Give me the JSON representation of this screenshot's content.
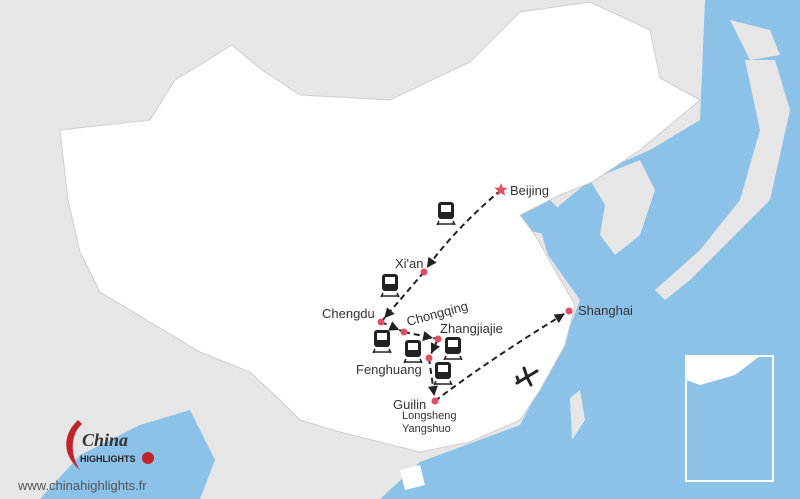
{
  "colors": {
    "sea": "#8cc2e8",
    "land": "#e6e6e6",
    "china": "#ffffff",
    "city": "#e05060",
    "route": "#222222"
  },
  "cities": [
    {
      "name": "Beijing",
      "marker": "star"
    },
    {
      "name": "Xi'an",
      "marker": "dot"
    },
    {
      "name": "Chengdu",
      "marker": "dot"
    },
    {
      "name": "Chongqing",
      "marker": "dot"
    },
    {
      "name": "Zhangjiajie",
      "marker": "dot"
    },
    {
      "name": "Fenghuang",
      "marker": "dot"
    },
    {
      "name": "Guilin",
      "marker": "dot"
    },
    {
      "name": "Longsheng",
      "marker": "none"
    },
    {
      "name": "Yangshuo",
      "marker": "none"
    },
    {
      "name": "Shanghai",
      "marker": "dot"
    }
  ],
  "routes": [
    {
      "from": "Beijing",
      "to": "Xi'an",
      "mode": "train-icon"
    },
    {
      "from": "Xi'an",
      "to": "Chengdu",
      "mode": "train-icon"
    },
    {
      "from": "Chengdu",
      "to": "Chongqing",
      "mode": "train-icon"
    },
    {
      "from": "Chongqing",
      "to": "Zhangjiajie",
      "mode": "train-icon"
    },
    {
      "from": "Zhangjiajie",
      "to": "Fenghuang",
      "mode": "train-icon"
    },
    {
      "from": "Fenghuang",
      "to": "Guilin",
      "mode": "train-icon"
    },
    {
      "from": "Guilin",
      "to": "Shanghai",
      "mode": "plane-icon"
    }
  ],
  "logo": {
    "text": "China Highlights"
  },
  "website": "www.chinahighlights.fr"
}
